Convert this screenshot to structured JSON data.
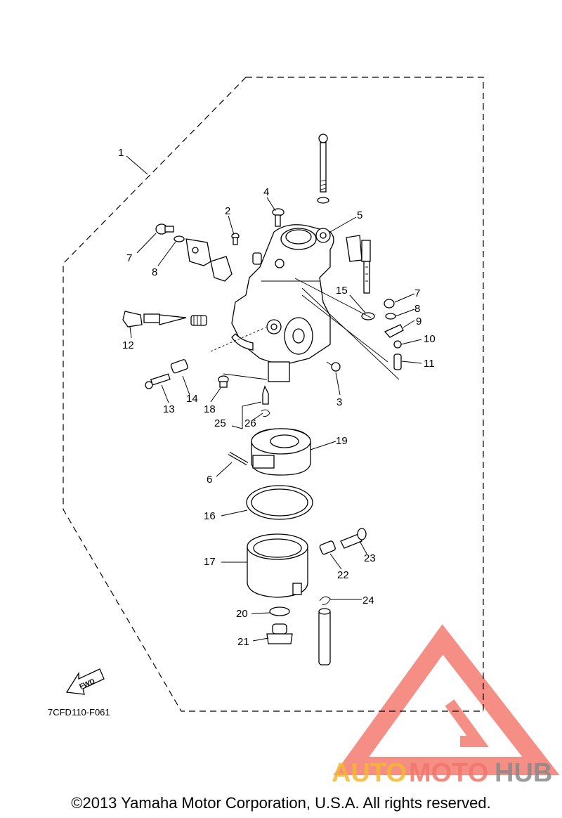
{
  "diagram_code": "7CFD110-F061",
  "fwd_label": "FWD",
  "copyright": "©2013 Yamaha Motor Corporation, U.S.A. All rights reserved.",
  "watermark": {
    "prefix": "AUTO",
    "middle": "MOTO",
    "suffix": "HUB",
    "colors": {
      "triangle": "#f26a5e",
      "prefix": "#f5b731",
      "middle": "#f2766a",
      "suffix": "#8a8a8a"
    }
  },
  "callouts": [
    "1",
    "2",
    "3",
    "4",
    "5",
    "6",
    "7",
    "8",
    "7",
    "8",
    "9",
    "10",
    "11",
    "12",
    "13",
    "14",
    "15",
    "16",
    "17",
    "18",
    "19",
    "20",
    "21",
    "22",
    "23",
    "24",
    "25",
    "26"
  ]
}
